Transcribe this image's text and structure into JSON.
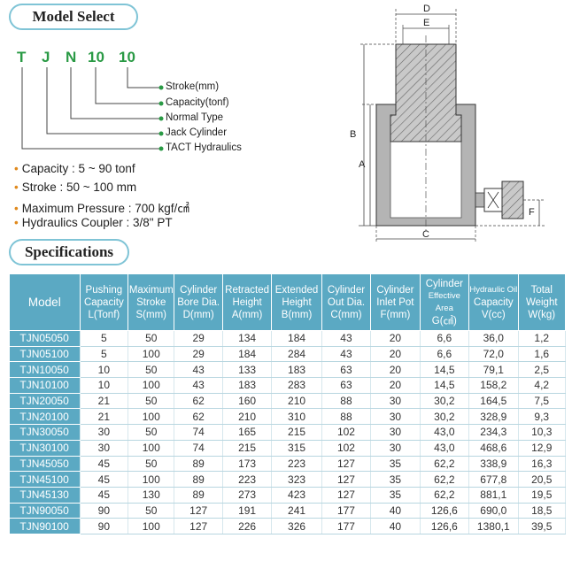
{
  "model_select": {
    "title": "Model Select",
    "codes": [
      "T",
      "J",
      "N",
      "10",
      "10"
    ],
    "labels": [
      "Stroke(mm)",
      "Capacity(tonf)",
      "Normal Type",
      "Jack Cylinder",
      "TACT Hydraulics"
    ]
  },
  "features": [
    "Capacity : 5 ~ 90 tonf",
    "Stroke : 50 ~ 100 mm",
    "Maximum Pressure : 700 kgf/㎠",
    "Hydraulics Coupler : 3/8\" PT"
  ],
  "diagram": {
    "labels": {
      "d": "D",
      "e": "E",
      "b": "B",
      "a": "A",
      "c": "C",
      "f": "F"
    }
  },
  "specifications": {
    "title": "Specifications",
    "headers": [
      {
        "l1": "Model",
        "l2": "",
        "l3": ""
      },
      {
        "l1": "Pushing",
        "l2": "Capacity",
        "l3": "L(Tonf)"
      },
      {
        "l1": "Maximum",
        "l2": "Stroke",
        "l3": "S(mm)"
      },
      {
        "l1": "Cylinder",
        "l2": "Bore Dia.",
        "l3": "D(mm)"
      },
      {
        "l1": "Retracted",
        "l2": "Height",
        "l3": "A(mm)"
      },
      {
        "l1": "Extended",
        "l2": "Height",
        "l3": "B(mm)"
      },
      {
        "l1": "Cylinder",
        "l2": "Out Dia.",
        "l3": "C(mm)"
      },
      {
        "l1": "Cylinder",
        "l2": "Inlet Pot",
        "l3": "F(mm)"
      },
      {
        "l1": "Cylinder",
        "l2": "Effective Area",
        "l3": "G(㎠)"
      },
      {
        "l1": "Hydraulic Oil",
        "l2": "Capacity",
        "l3": "V(cc)"
      },
      {
        "l1": "Total",
        "l2": "Weight",
        "l3": "W(kg)"
      }
    ],
    "rows": [
      [
        "TJN05050",
        "5",
        "50",
        "29",
        "134",
        "184",
        "43",
        "20",
        "6,6",
        "36,0",
        "1,2"
      ],
      [
        "TJN05100",
        "5",
        "100",
        "29",
        "184",
        "284",
        "43",
        "20",
        "6,6",
        "72,0",
        "1,6"
      ],
      [
        "TJN10050",
        "10",
        "50",
        "43",
        "133",
        "183",
        "63",
        "20",
        "14,5",
        "79,1",
        "2,5"
      ],
      [
        "TJN10100",
        "10",
        "100",
        "43",
        "183",
        "283",
        "63",
        "20",
        "14,5",
        "158,2",
        "4,2"
      ],
      [
        "TJN20050",
        "21",
        "50",
        "62",
        "160",
        "210",
        "88",
        "30",
        "30,2",
        "164,5",
        "7,5"
      ],
      [
        "TJN20100",
        "21",
        "100",
        "62",
        "210",
        "310",
        "88",
        "30",
        "30,2",
        "328,9",
        "9,3"
      ],
      [
        "TJN30050",
        "30",
        "50",
        "74",
        "165",
        "215",
        "102",
        "30",
        "43,0",
        "234,3",
        "10,3"
      ],
      [
        "TJN30100",
        "30",
        "100",
        "74",
        "215",
        "315",
        "102",
        "30",
        "43,0",
        "468,6",
        "12,9"
      ],
      [
        "TJN45050",
        "45",
        "50",
        "89",
        "173",
        "223",
        "127",
        "35",
        "62,2",
        "338,9",
        "16,3"
      ],
      [
        "TJN45100",
        "45",
        "100",
        "89",
        "223",
        "323",
        "127",
        "35",
        "62,2",
        "677,8",
        "20,5"
      ],
      [
        "TJN45130",
        "45",
        "130",
        "89",
        "273",
        "423",
        "127",
        "35",
        "62,2",
        "881,1",
        "19,5"
      ],
      [
        "TJN90050",
        "90",
        "50",
        "127",
        "191",
        "241",
        "177",
        "40",
        "126,6",
        "690,0",
        "18,5"
      ],
      [
        "TJN90100",
        "90",
        "100",
        "127",
        "226",
        "326",
        "177",
        "40",
        "126,6",
        "1380,1",
        "39,5"
      ]
    ]
  }
}
